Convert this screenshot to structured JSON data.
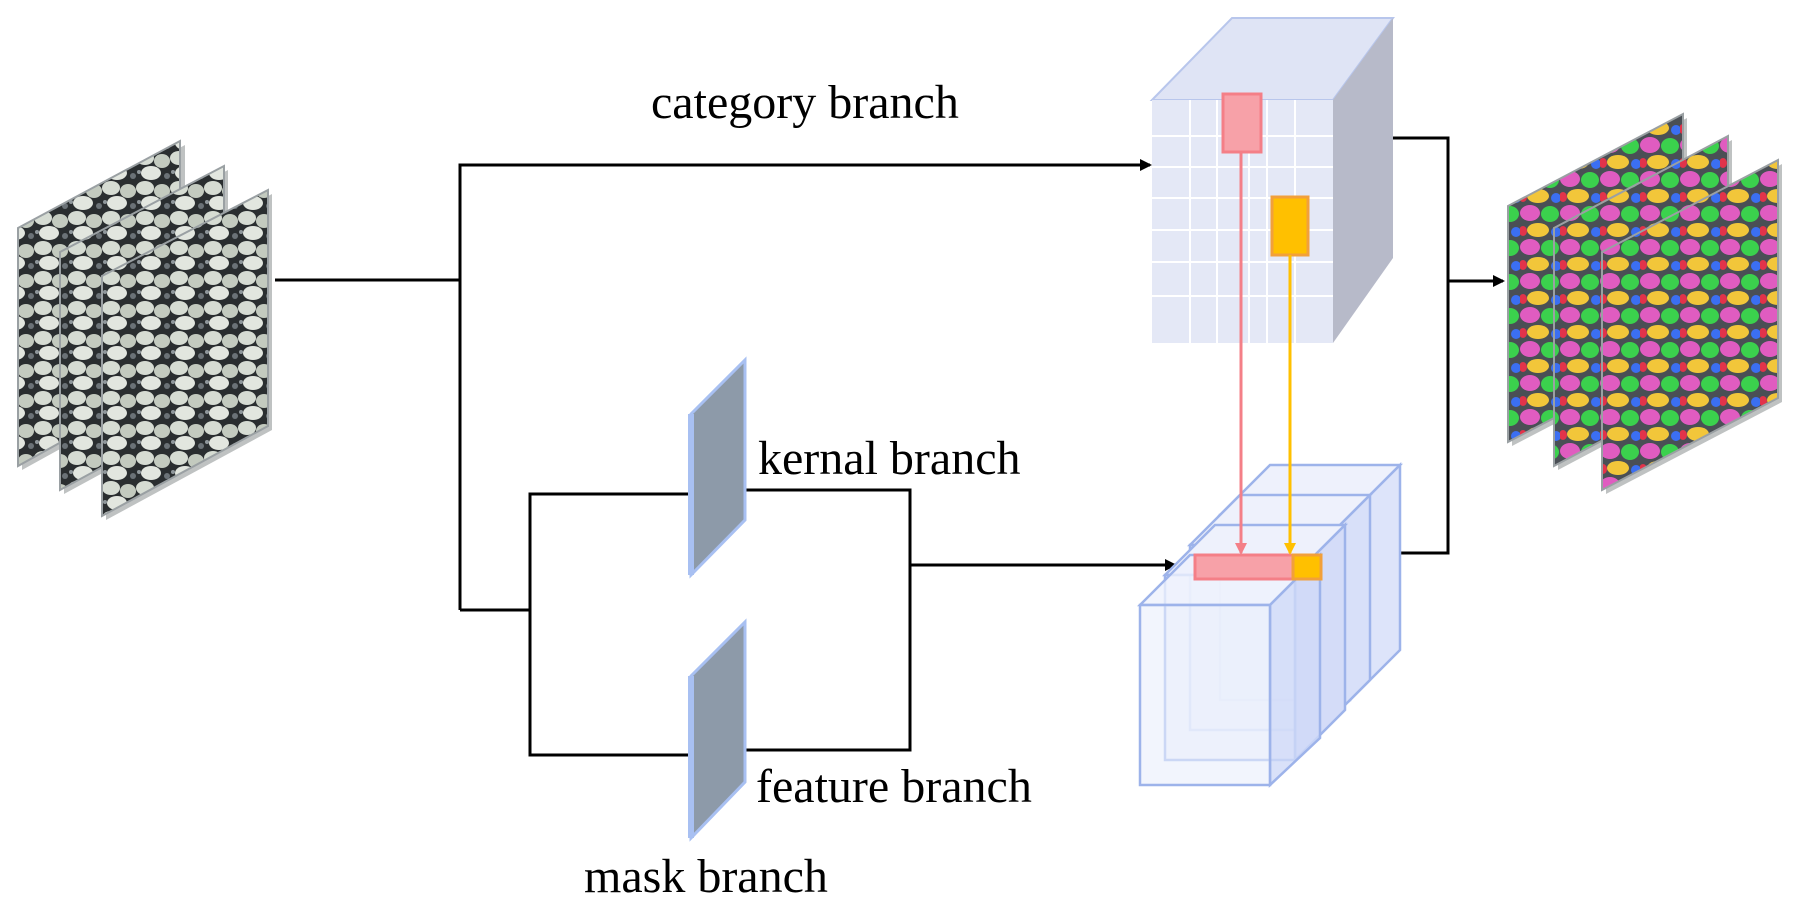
{
  "labels": {
    "category_branch": "category branch",
    "kernal_branch": "kernal branch",
    "feature_branch": "feature branch",
    "mask_branch": "mask branch"
  },
  "colors": {
    "line": "#000000",
    "grid_fill": "#e4e8f6",
    "grid_side": "#b7bac9",
    "grid_line": "#ffffff",
    "cube_stroke": "#9db3ea",
    "cube_fill": "#dde4fa",
    "slab_fill": "#8d9aa9",
    "slab_edge": "#a8c0f2",
    "pink": "#f47f87",
    "pink_fill": "#f7a1a8",
    "orange": "#f2a03a",
    "yellow": "#ffc000"
  }
}
